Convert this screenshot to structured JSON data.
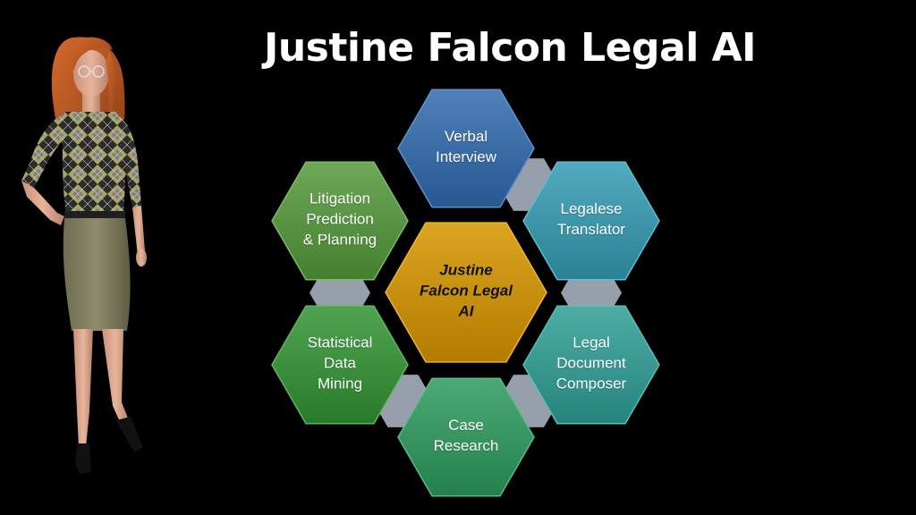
{
  "title": "Justine Falcon Legal AI",
  "colors": {
    "background": "#000000",
    "center": "#c9920e",
    "verbal": "#3d6ea8",
    "legalese": "#3f98ab",
    "document": "#3c9a94",
    "case": "#3a9764",
    "statistical": "#3e913f",
    "litigation": "#5a9645",
    "connector": "#a9b0bf"
  },
  "avatar": {
    "icon": "woman-avatar-illustration"
  },
  "hexagons": {
    "center": {
      "label": "Justine\nFalcon Legal\nAI"
    },
    "verbal": {
      "label": "Verbal\nInterview"
    },
    "legalese": {
      "label": "Legalese\nTranslator"
    },
    "document": {
      "label": "Legal\nDocument\nComposer"
    },
    "case": {
      "label": "Case\nResearch"
    },
    "statistical": {
      "label": "Statistical\nData\nMining"
    },
    "litigation": {
      "label": "Litigation\nPrediction\n& Planning"
    }
  }
}
